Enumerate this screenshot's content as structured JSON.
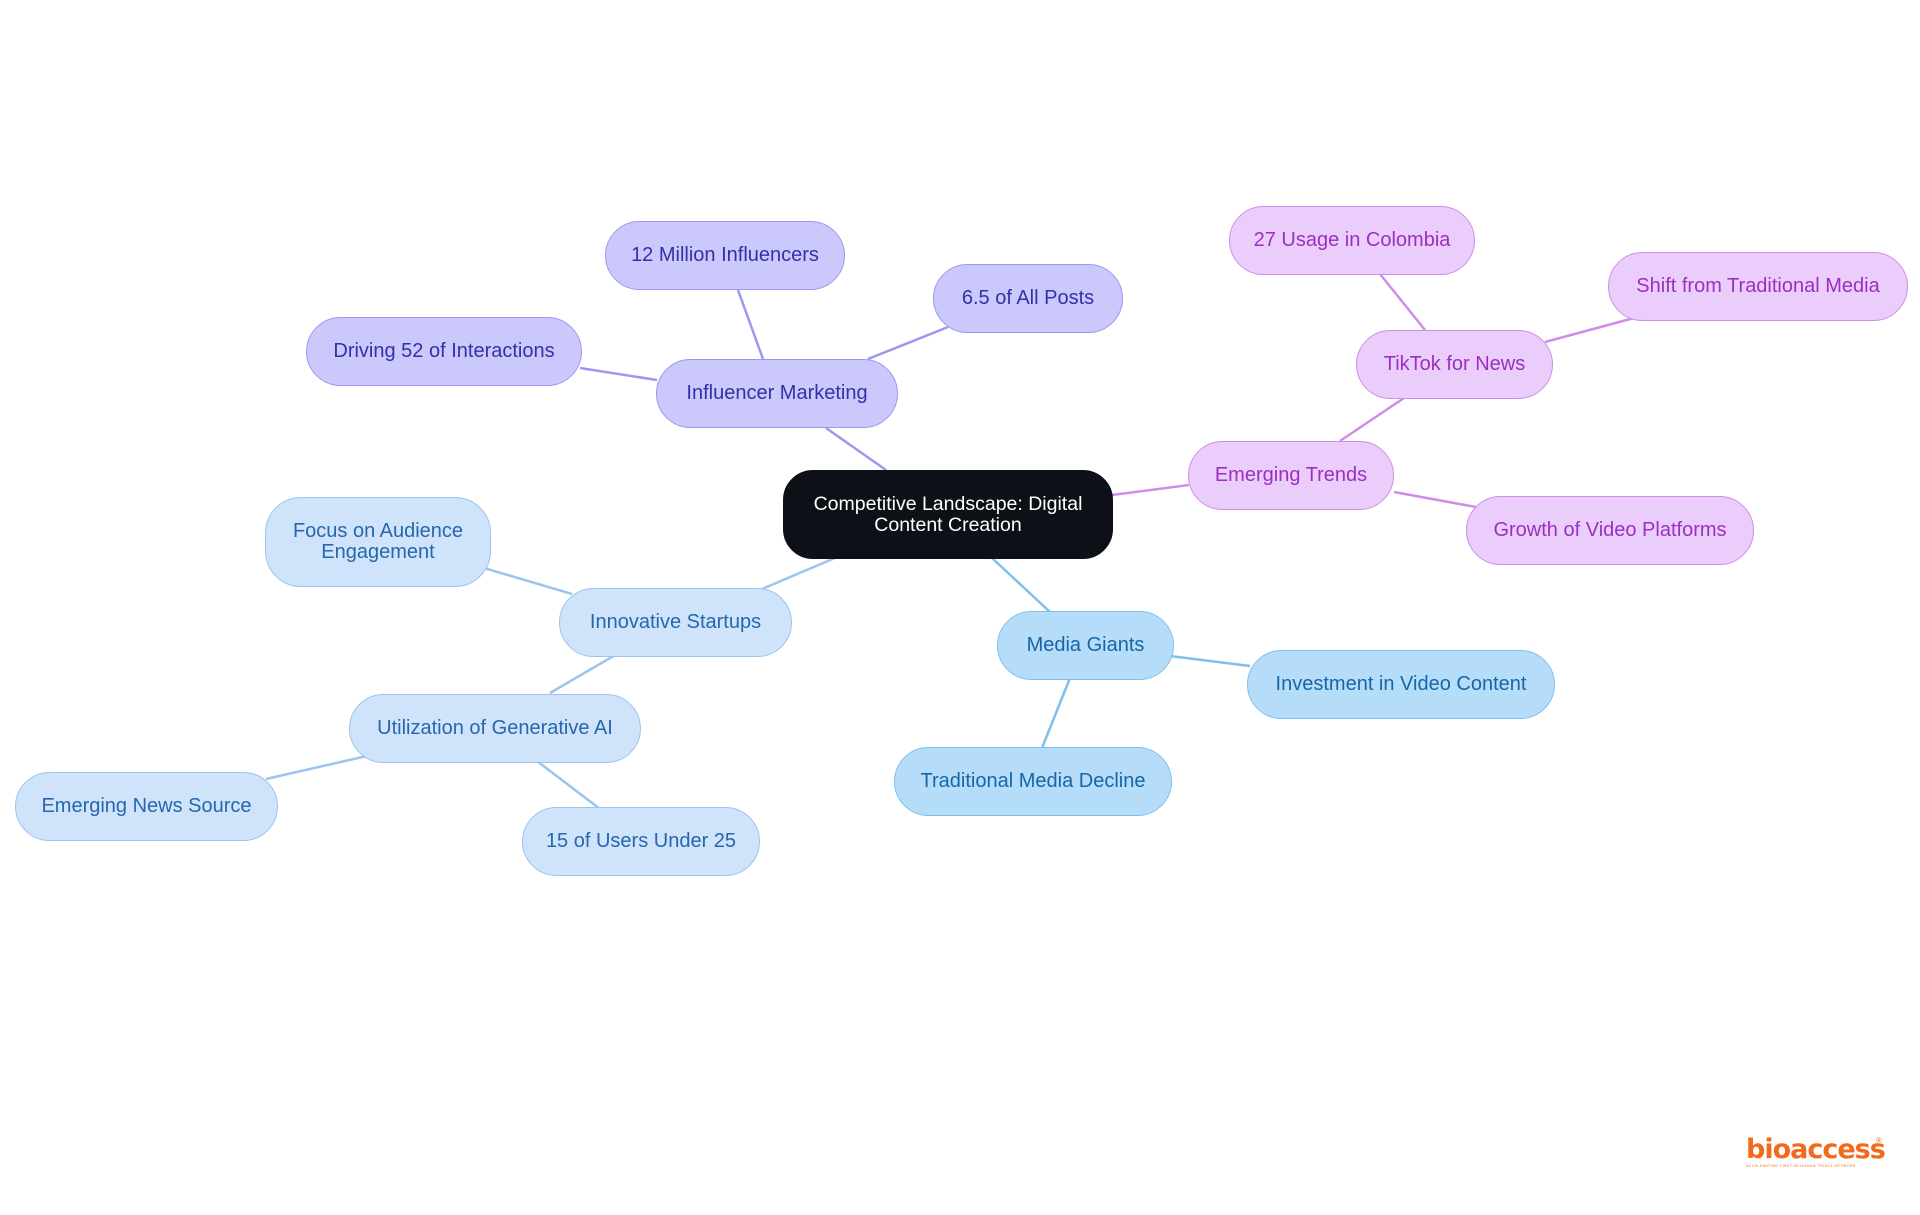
{
  "diagram": {
    "root": {
      "label": "Competitive Landscape: Digital Content Creation"
    },
    "branches": [
      {
        "id": "influencer",
        "label": "Influencer Marketing",
        "color": "#9c98ee",
        "children": [
          "12 Million Influencers",
          "6.5 of All Posts",
          "Driving 52 of Interactions"
        ]
      },
      {
        "id": "trends",
        "label": "Emerging Trends",
        "color": "#cf8de9",
        "children": [
          "TikTok for News",
          "Growth of Video Platforms"
        ],
        "grandchildren": [
          "27 Usage in Colombia",
          "Shift from Traditional Media"
        ]
      },
      {
        "id": "media",
        "label": "Media Giants",
        "color": "#7fc0ee",
        "children": [
          "Investment in Video Content",
          "Traditional Media Decline"
        ]
      },
      {
        "id": "startups",
        "label": "Innovative Startups",
        "color": "#9cc4ec",
        "children": [
          "Focus on Audience Engagement",
          "Utilization of Generative AI"
        ],
        "grandchildren": [
          "Emerging News Source",
          "15 of Users Under 25"
        ]
      }
    ]
  },
  "logo": {
    "brand": "bioaccess",
    "mark": "®",
    "tagline": "ACCELERATING FIRST-IN-HUMAN TRIALS NETWORK",
    "color": "#f26a1b"
  }
}
